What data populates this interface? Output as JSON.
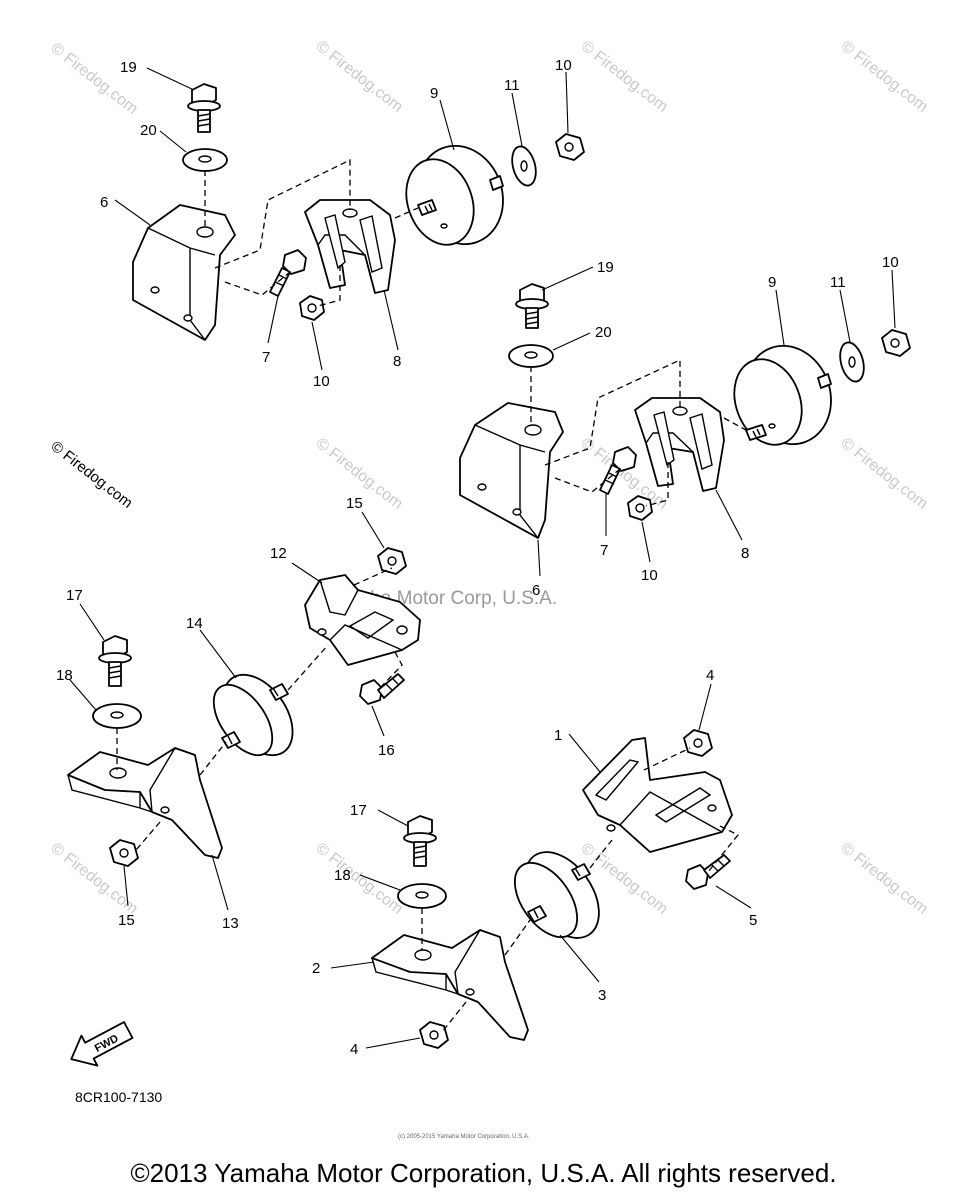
{
  "watermark": {
    "site": "© Firedog.com",
    "center": "Yamaha Motor Corp, U.S.A."
  },
  "callouts": [
    "19",
    "20",
    "6",
    "7",
    "10",
    "8",
    "9",
    "11",
    "10",
    "19",
    "20",
    "9",
    "11",
    "10",
    "7",
    "10",
    "8",
    "6",
    "15",
    "12",
    "17",
    "14",
    "18",
    "16",
    "1",
    "4",
    "15",
    "13",
    "17",
    "18",
    "2",
    "3",
    "5",
    "4"
  ],
  "diagram_code": "8CR100-7130",
  "fwd_label": "FWD",
  "tiny_notice": "(c) 2005-2015 Yamaha Motor Corporation, U.S.A.",
  "copyright": "©2013 Yamaha Motor Corporation, U.S.A. All rights reserved."
}
